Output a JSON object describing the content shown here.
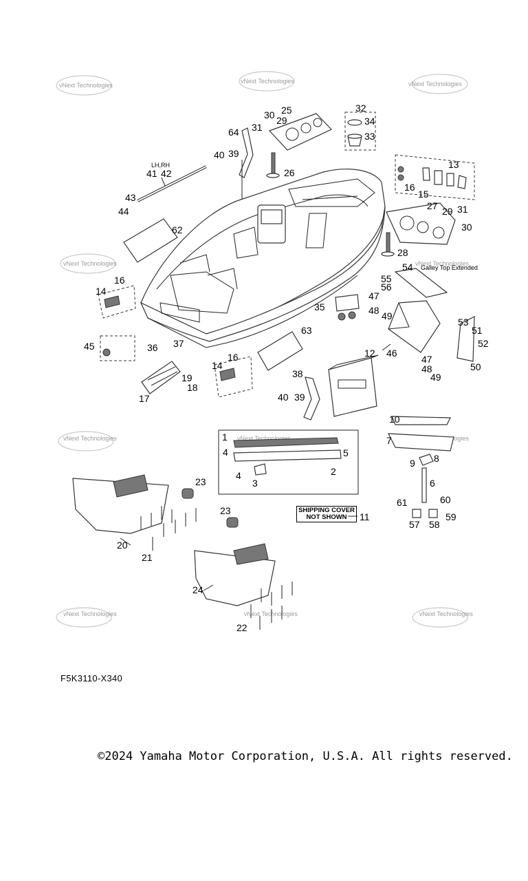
{
  "watermark": "vNext Technologies",
  "diagram_code": "F5K3110-X340",
  "copyright": "©2024 Yamaha Motor Corporation, U.S.A. All rights reserved.",
  "shipping_cover": {
    "line1": "SHIPPING COVER",
    "line2": "NOT SHOWN"
  },
  "lh_rh_label": "LH,RH",
  "gallery_label": "Galley Top Extended",
  "callouts": {
    "c1": "1",
    "c2": "2",
    "c3": "3",
    "c4a": "4",
    "c4b": "4",
    "c5": "5",
    "c6": "6",
    "c7": "7",
    "c8": "8",
    "c9": "9",
    "c10": "10",
    "c11": "11",
    "c12": "12",
    "c13": "13",
    "c14a": "14",
    "c14b": "14",
    "c15": "15",
    "c16a": "16",
    "c16b": "16",
    "c16c": "16",
    "c17": "17",
    "c18": "18",
    "c19": "19",
    "c20": "20",
    "c21": "21",
    "c22": "22",
    "c23a": "23",
    "c23b": "23",
    "c24": "24",
    "c25": "25",
    "c26": "26",
    "c27": "27",
    "c28": "28",
    "c29a": "29",
    "c29b": "29",
    "c30a": "30",
    "c30b": "30",
    "c31a": "31",
    "c31b": "31",
    "c32": "32",
    "c33": "33",
    "c34": "34",
    "c35": "35",
    "c36": "36",
    "c37": "37",
    "c38": "38",
    "c39a": "39",
    "c39b": "39",
    "c40a": "40",
    "c40b": "40",
    "c41": "41",
    "c42": "42",
    "c43": "43",
    "c44": "44",
    "c45": "45",
    "c46": "46",
    "c47a": "47",
    "c47b": "47",
    "c48a": "48",
    "c48b": "48",
    "c49a": "49",
    "c49b": "49",
    "c50": "50",
    "c51": "51",
    "c52": "52",
    "c53": "53",
    "c54": "54",
    "c55": "55",
    "c56": "56",
    "c57": "57",
    "c58": "58",
    "c59": "59",
    "c60": "60",
    "c61": "61",
    "c62": "62",
    "c63": "63",
    "c64": "64"
  }
}
